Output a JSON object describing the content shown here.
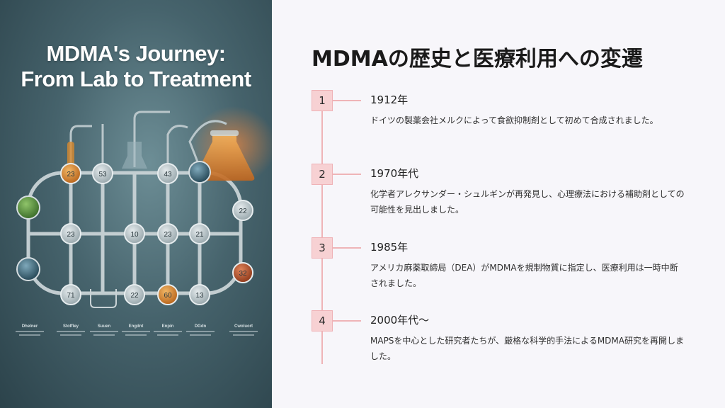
{
  "poster": {
    "title_line1": "MDMA's Journey:",
    "title_line2": "From Lab to Treatment",
    "node_labels": [
      "23",
      "53",
      "43",
      "22",
      "23",
      "10",
      "23",
      "21",
      "32",
      "71",
      "22",
      "60",
      "13"
    ],
    "captions": [
      "Dhelner",
      "Stoffley",
      "Suuen",
      "Engdnt",
      "Enpin",
      "DGdn",
      "Cwoluort"
    ],
    "colors": {
      "amber": "#d88a2e",
      "green": "#5e9a3c",
      "red": "#c05a2c",
      "blue": "#3f6f86"
    }
  },
  "header": {
    "title": "MDMAの歴史と医療利用への変遷"
  },
  "timeline": {
    "accent": "#efb4b7",
    "items": [
      {
        "number": "1",
        "year": "1912年",
        "text": "ドイツの製薬会社メルクによって食欲抑制剤として初めて合成されました。"
      },
      {
        "number": "2",
        "year": "1970年代",
        "text": "化学者アレクサンダー・シュルギンが再発見し、心理療法における補助剤としての可能性を見出しました。"
      },
      {
        "number": "3",
        "year": "1985年",
        "text": "アメリカ麻薬取締局（DEA）がMDMAを規制物質に指定し、医療利用は一時中断されました。"
      },
      {
        "number": "4",
        "year": "2000年代〜",
        "text": "MAPSを中心とした研究者たちが、厳格な科学的手法によるMDMA研究を再開しました。"
      }
    ]
  }
}
